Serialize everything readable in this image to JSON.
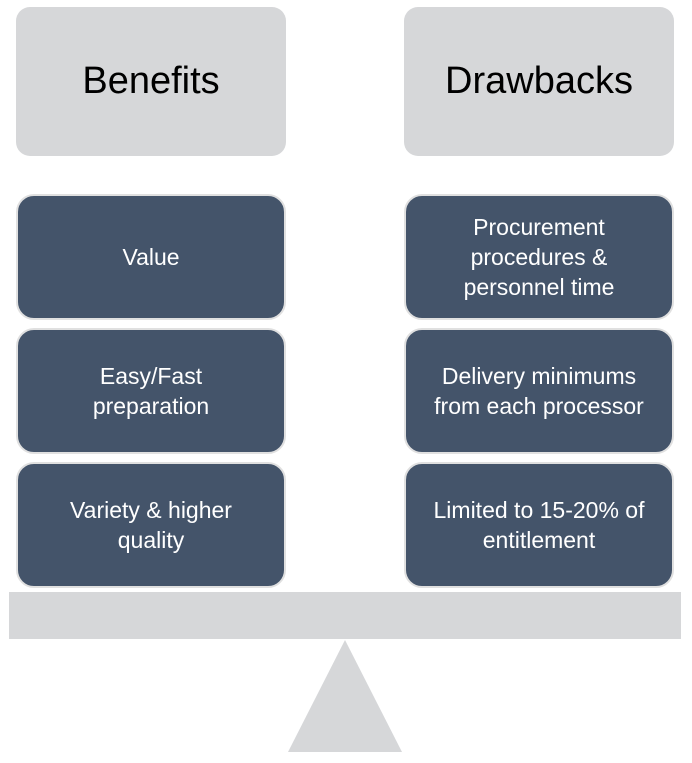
{
  "benefits": {
    "title": "Benefits",
    "items": [
      "Value",
      "Easy/Fast preparation",
      "Variety & higher quality"
    ]
  },
  "drawbacks": {
    "title": "Drawbacks",
    "items": [
      "Procurement procedures & personnel time",
      "Delivery minimums from each processor",
      "Limited to 15-20% of entitlement"
    ]
  },
  "colors": {
    "item_bg": "#44546A",
    "header_bg": "#D6D7D9"
  }
}
